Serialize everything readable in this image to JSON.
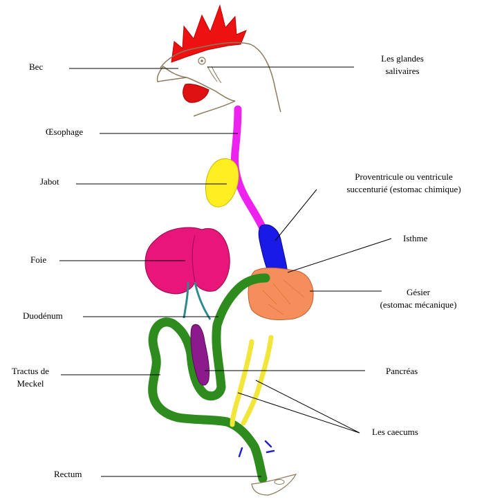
{
  "labels": {
    "bec": "Bec",
    "glandes_1": "Les glandes",
    "glandes_2": "salivaires",
    "oesophage": "Œsophage",
    "jabot": "Jabot",
    "proventricule_1": "Proventricule ou ventricule",
    "proventricule_2": "succenturié (estomac chimique)",
    "foie": "Foie",
    "isthme": "Isthme",
    "gesier_1": "Gésier",
    "gesier_2": "(estomac mécanique)",
    "duodenum": "Duodénum",
    "meckel_1": "Tractus de",
    "meckel_2": "Meckel",
    "pancreas": "Pancréas",
    "caecums": "Les caecums",
    "rectum": "Rectum"
  },
  "colors": {
    "comb": "#ee1111",
    "wattle": "#dd1111",
    "oesophagus": "#ee22ee",
    "crop": "#ffee22",
    "proventriculus": "#1a1ae6",
    "liver": "#e8157a",
    "gizzard": "#f58e5a",
    "intestine": "#2e8b1e",
    "pancreas": "#8b1a8b",
    "caeca": "#f2e63a",
    "bile_duct": "#2e8b8b",
    "vessels": "#2222cc",
    "outline": "#8a7a5a"
  }
}
